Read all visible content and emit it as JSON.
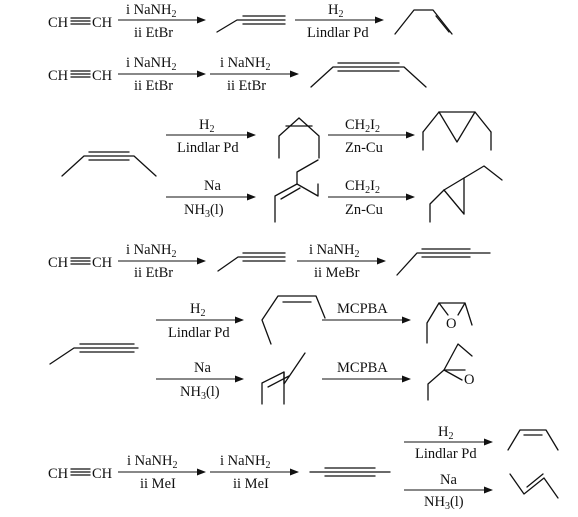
{
  "formula": {
    "ch": "CH",
    "ch2": "CH"
  },
  "rows": {
    "r1": {
      "a1_top": "i NaNH",
      "a1_top_sub": "2",
      "a1_bot": "ii EtBr",
      "a2_top": "H",
      "a2_top_sub": "2",
      "a2_bot": "Lindlar Pd"
    },
    "r2": {
      "a1_top": "i NaNH",
      "a1_top_sub": "2",
      "a1_bot": "ii EtBr",
      "a2_top": "i NaNH",
      "a2_top_sub": "2",
      "a2_bot": "ii EtBr"
    },
    "r3": {
      "a1_top": "H",
      "a1_top_sub": "2",
      "a1_bot": "Lindlar Pd",
      "a2_top": "CH",
      "a2_top_sub": "2",
      "a2_top_tail": "I",
      "a2_top_sub2": "2",
      "a2_bot": "Zn-Cu"
    },
    "r4": {
      "a1_top": "Na",
      "a1_bot": "NH",
      "a1_bot_sub": "3",
      "a1_bot_tail": "(l)",
      "a2_top": "CH",
      "a2_top_sub": "2",
      "a2_top_tail": "I",
      "a2_top_sub2": "2",
      "a2_bot": "Zn-Cu"
    },
    "r5": {
      "a1_top": "i NaNH",
      "a1_top_sub": "2",
      "a1_bot": "ii EtBr",
      "a2_top": "i NaNH",
      "a2_top_sub": "2",
      "a2_bot": "ii MeBr"
    },
    "r6": {
      "a1_top": "H",
      "a1_top_sub": "2",
      "a1_bot": "Lindlar Pd",
      "a2_top": "MCPBA",
      "atom": "O"
    },
    "r7": {
      "a1_top": "Na",
      "a1_bot": "NH",
      "a1_bot_sub": "3",
      "a1_bot_tail": "(l)",
      "a2_top": "MCPBA",
      "atom": "O"
    },
    "r8": {
      "a1_top": "i NaNH",
      "a1_top_sub": "2",
      "a1_bot": "ii MeI",
      "a2_top": "i NaNH",
      "a2_top_sub": "2",
      "a2_bot": "ii MeI",
      "b1_top": "H",
      "b1_top_sub": "2",
      "b1_bot": "Lindlar Pd",
      "b2_top": "Na",
      "b2_bot": "NH",
      "b2_bot_sub": "3",
      "b2_bot_tail": "(l)"
    }
  }
}
